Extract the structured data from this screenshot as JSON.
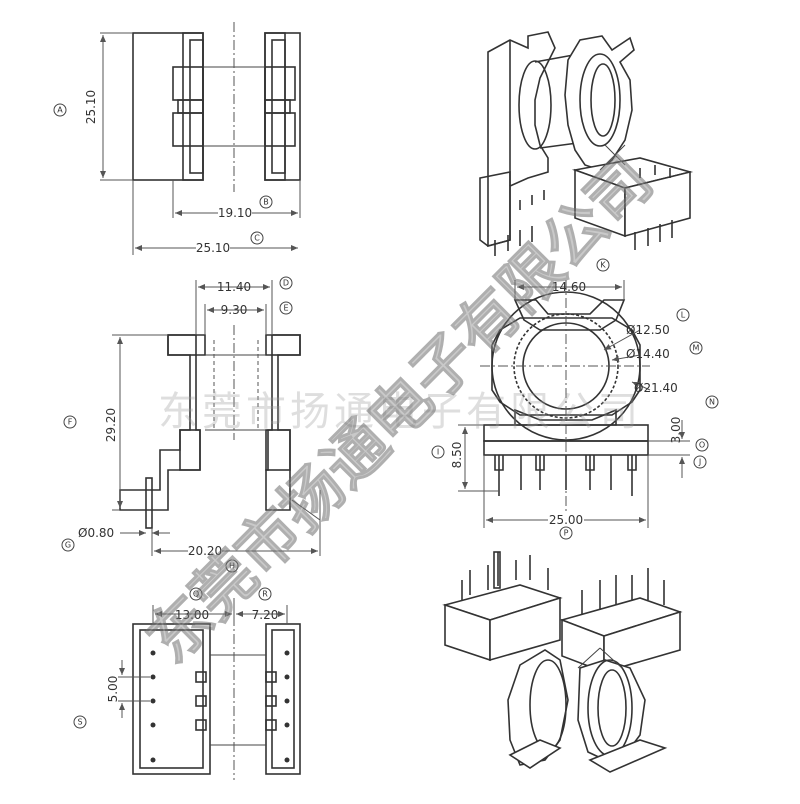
{
  "watermark": {
    "diagonal_text": "东莞市扬通电子有限公司",
    "horizontal_text": "东莞市扬通电子有限公司"
  },
  "dimensions": {
    "top_height": "25.10",
    "top_inner_width": "19.10",
    "top_overall_width": "25.10",
    "d_width": "11.40",
    "e_width": "9.30",
    "f_height": "29.20",
    "pin_dia": "Ø0.80",
    "h_width": "20.20",
    "q_width": "13.00",
    "r_width": "7.20",
    "pitch": "5.00",
    "front_top": "14.60",
    "dia_l": "Ø12.50",
    "dia_m": "Ø14.40",
    "dia_n": "Ø21.40",
    "i_height": "8.50",
    "j_height": "3.00",
    "front_width": "25.00"
  },
  "tags": {
    "a": "A",
    "b": "B",
    "c": "C",
    "d": "D",
    "e": "E",
    "f": "F",
    "g": "G",
    "h": "H",
    "i": "I",
    "j": "J",
    "k": "K",
    "l": "L",
    "m": "M",
    "n": "N",
    "o": "O",
    "p": "P",
    "q": "Q",
    "r": "R",
    "s": "S"
  }
}
